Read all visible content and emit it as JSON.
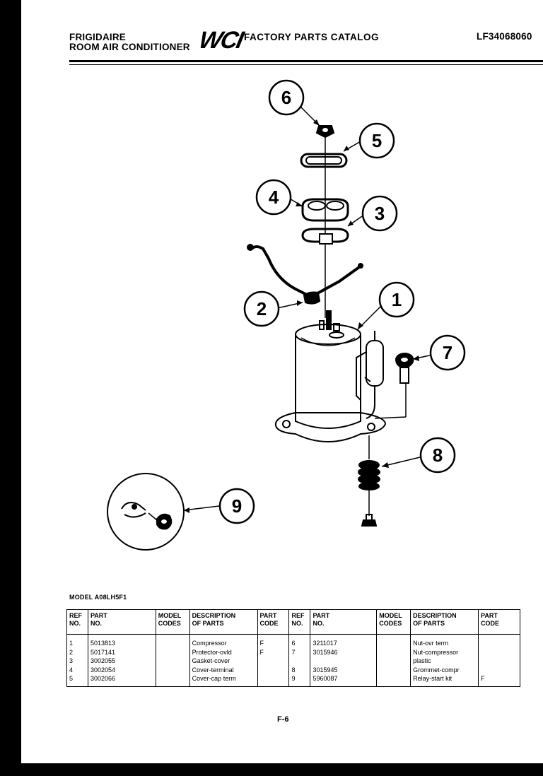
{
  "header": {
    "brand_line1": "FRIGIDAIRE",
    "brand_line2": "ROOM AIR CONDITIONER",
    "logo": "WCI",
    "catalog_title": "FACTORY PARTS CATALOG",
    "catalog_number": "LF34068060"
  },
  "diagram": {
    "callouts": [
      "1",
      "2",
      "3",
      "4",
      "5",
      "6",
      "7",
      "8",
      "9"
    ]
  },
  "table": {
    "model_label": "MODEL A08LH5F1",
    "headers": {
      "ref": [
        "REF",
        "NO."
      ],
      "part": [
        "PART",
        "NO."
      ],
      "model": [
        "MODEL",
        "CODES"
      ],
      "desc": [
        "DESCRIPTION",
        "OF PARTS"
      ],
      "code": [
        "PART",
        "CODE"
      ]
    },
    "left": {
      "ref": [
        "1",
        "2",
        "3",
        "4",
        "5"
      ],
      "part": [
        "5013813",
        "5017141",
        "3002055",
        "3002054",
        "3002066"
      ],
      "model": [
        "",
        "",
        "",
        "",
        ""
      ],
      "desc": [
        "Compressor",
        "Protector-ovld",
        "Gasket-cover",
        "Cover-terminal",
        "Cover-cap term"
      ],
      "code": [
        "F",
        "F",
        "",
        "",
        ""
      ]
    },
    "right": {
      "ref": [
        "6",
        "7",
        "",
        "8",
        "9"
      ],
      "part": [
        "3211017",
        "3015946",
        "",
        "3015945",
        "5960087"
      ],
      "model": [
        "",
        "",
        "",
        "",
        ""
      ],
      "desc": [
        "Nut-ovr term",
        "Nut-compressor",
        "plastic",
        "Grommet-compr",
        "Relay-start kit"
      ],
      "code": [
        "",
        "",
        "",
        "",
        "F"
      ]
    }
  },
  "page_number": "F-6"
}
